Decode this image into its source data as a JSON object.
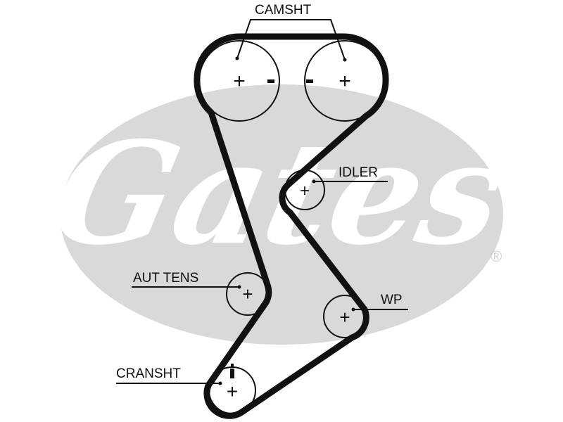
{
  "brand": {
    "name": "Gates",
    "registered_mark": "®",
    "logo_fill": "#d9d9d9",
    "logo_text_color": "#ffffff"
  },
  "diagram": {
    "belt_color": "#111111",
    "pulleys": [
      {
        "id": "camshaft-left",
        "label": "CAMSHT",
        "markers": [
          "+",
          "-"
        ]
      },
      {
        "id": "camshaft-right",
        "label": "CAMSHT",
        "markers": [
          "-",
          "+"
        ]
      },
      {
        "id": "idler",
        "label": "IDLER",
        "markers": [
          "+"
        ]
      },
      {
        "id": "auto-tensioner",
        "label": "AUT TENS",
        "markers": [
          "+"
        ]
      },
      {
        "id": "water-pump",
        "label": "WP",
        "markers": [
          "+"
        ]
      },
      {
        "id": "crankshaft",
        "label": "CRANSHT",
        "markers": [
          "+"
        ]
      }
    ],
    "labels": {
      "camshaft": "CAMSHT",
      "idler": "IDLER",
      "auto_tensioner": "AUT TENS",
      "water_pump": "WP",
      "crankshaft": "CRANSHT"
    }
  }
}
